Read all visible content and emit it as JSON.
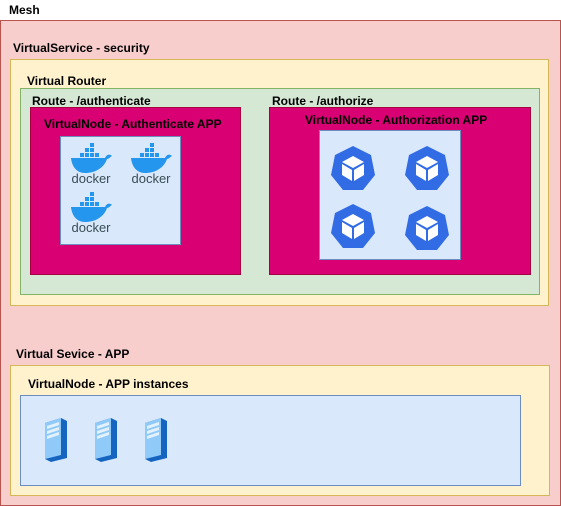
{
  "mesh": {
    "label": "Mesh"
  },
  "virtual_service_security": {
    "label": "VirtualService - security",
    "router": {
      "label": "Virtual Router",
      "route_authenticate": {
        "label": "Route - /authenticate",
        "node_label": "VirtualNode - Authenticate APP",
        "icons": [
          {
            "icon": "docker-icon",
            "text": "docker"
          },
          {
            "icon": "docker-icon",
            "text": "docker"
          },
          {
            "icon": "docker-icon",
            "text": "docker"
          }
        ]
      },
      "route_authorize": {
        "label": "Route - /authorize",
        "node_label": "VirtualNode - Authorization APP",
        "icons": [
          "kubernetes-cube-icon",
          "kubernetes-cube-icon",
          "kubernetes-cube-icon",
          "kubernetes-cube-icon"
        ]
      }
    }
  },
  "virtual_service_app": {
    "label": "Virtual Sevice - APP",
    "node_label": "VirtualNode - APP instances",
    "icons": [
      "server-icon",
      "server-icon",
      "server-icon"
    ]
  },
  "colors": {
    "mesh_fill": "#f8cecc",
    "service_fill": "#fff2cc",
    "router_fill": "#d5e8d4",
    "route_fill": "#d80073",
    "node_fill": "#dae8fc",
    "docker_blue": "#2496ed",
    "kubernetes_blue": "#326ce5"
  }
}
